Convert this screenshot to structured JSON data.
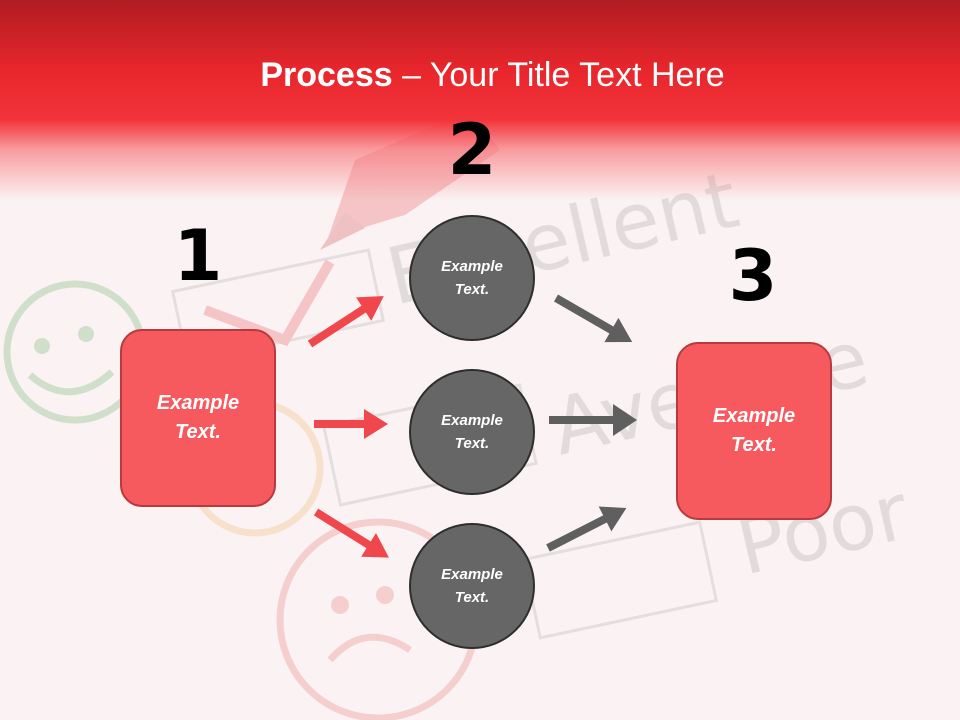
{
  "slide": {
    "title_bold": "Process",
    "title_rest": " – Your Title Text Here",
    "numbers": [
      "1",
      "2",
      "3"
    ],
    "box_left": {
      "line1": "Example",
      "line2": "Text."
    },
    "circles": [
      {
        "line1": "Example",
        "line2": "Text."
      },
      {
        "line1": "Example",
        "line2": "Text."
      },
      {
        "line1": "Example",
        "line2": "Text."
      }
    ],
    "box_right": {
      "line1": "Example",
      "line2": "Text."
    },
    "background_words": [
      "Excellent",
      "Average",
      "Poor"
    ]
  },
  "colors": {
    "header_red": "#e8262c",
    "box_fill": "#f65a5e",
    "circle_fill": "#666666",
    "arrow_red": "#f0474c",
    "arrow_gray": "#5f5f5f"
  },
  "icons": [
    "pencil-icon",
    "check-mark-icon",
    "smiley-face-icon",
    "neutral-face-icon",
    "sad-face-icon",
    "arrow-right-icon"
  ]
}
